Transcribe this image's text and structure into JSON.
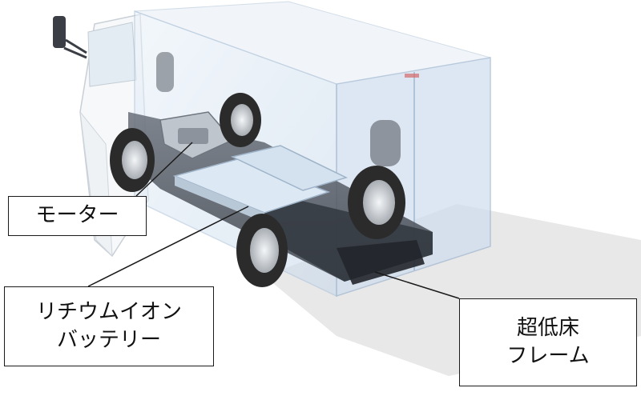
{
  "labels": {
    "motor": "モーター",
    "battery_line1": "リチウムイオン",
    "battery_line2": "バッテリー",
    "frame_line1": "超低床",
    "frame_line2": "フレーム"
  },
  "colors": {
    "body_glass": "#cfe0f0",
    "frame_dark": "#4a4f57",
    "battery_pack": "#dbe8f4",
    "tire": "#2b2b2b",
    "wheel_rim": "#cfd3d8",
    "shadow": "#d8d8d8",
    "line": "#1a1a1a"
  }
}
